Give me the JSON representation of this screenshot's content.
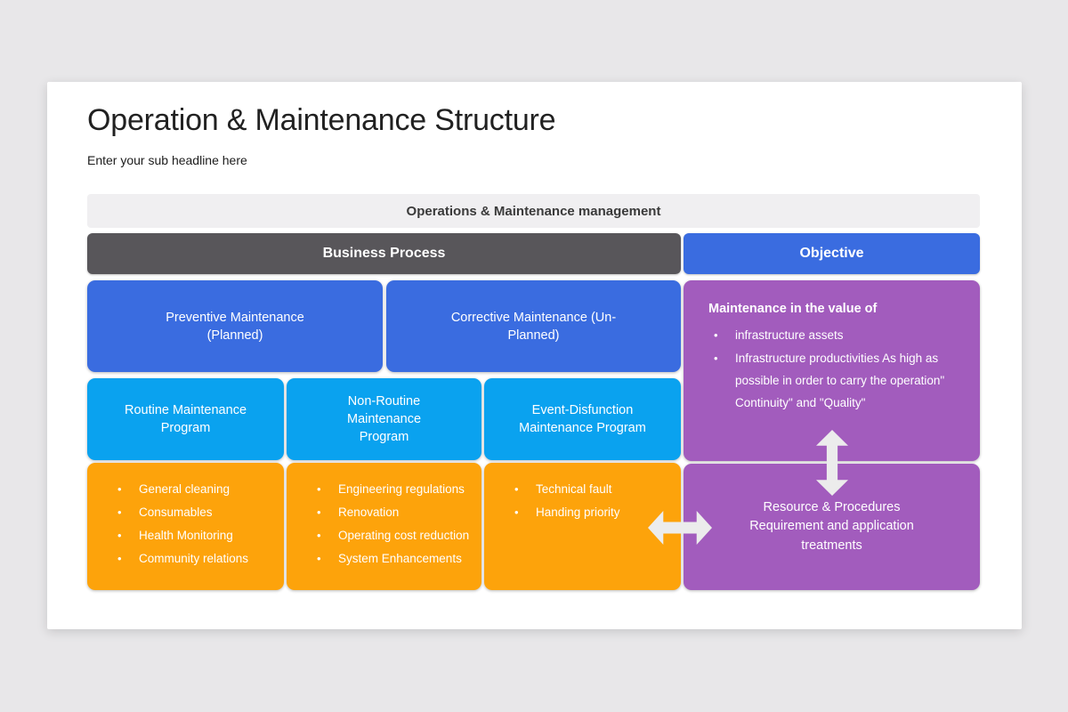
{
  "colors": {
    "page_background": "#e8e7e9",
    "slide_background": "#ffffff",
    "header_gray": "#f0eff1",
    "dark_gray": "#58565a",
    "blue": "#3a6ce0",
    "light_blue": "#0aa2ef",
    "orange": "#fda30b",
    "purple": "#a25cbd"
  },
  "slide": {
    "title": "Operation & Maintenance Structure",
    "subtitle": "Enter your sub headline here",
    "top_header": "Operations & Maintenance management",
    "business_process_label": "Business Process",
    "objective_label": "Objective",
    "preventive_label": "Preventive Maintenance (Planned)",
    "corrective_label": "Corrective Maintenance (Un-Planned)",
    "routine_label": "Routine Maintenance Program",
    "non_routine_label": "Non-Routine Maintenance Program",
    "event_label": "Event-Disfunction Maintenance Program",
    "routine_items": [
      "General cleaning",
      "Consumables",
      "Health Monitoring",
      "Community relations"
    ],
    "non_routine_items": [
      "Engineering regulations",
      "Renovation",
      "Operating cost reduction",
      "System Enhancements"
    ],
    "event_items": [
      "Technical fault",
      "Handing priority"
    ],
    "value_heading": "Maintenance in the value of",
    "value_items": [
      "infrastructure assets",
      "Infrastructure productivities As high as possible in order to carry the operation\" Continuity\" and \"Quality\""
    ],
    "resource_label": "Resource & Procedures Requirement and application treatments"
  }
}
